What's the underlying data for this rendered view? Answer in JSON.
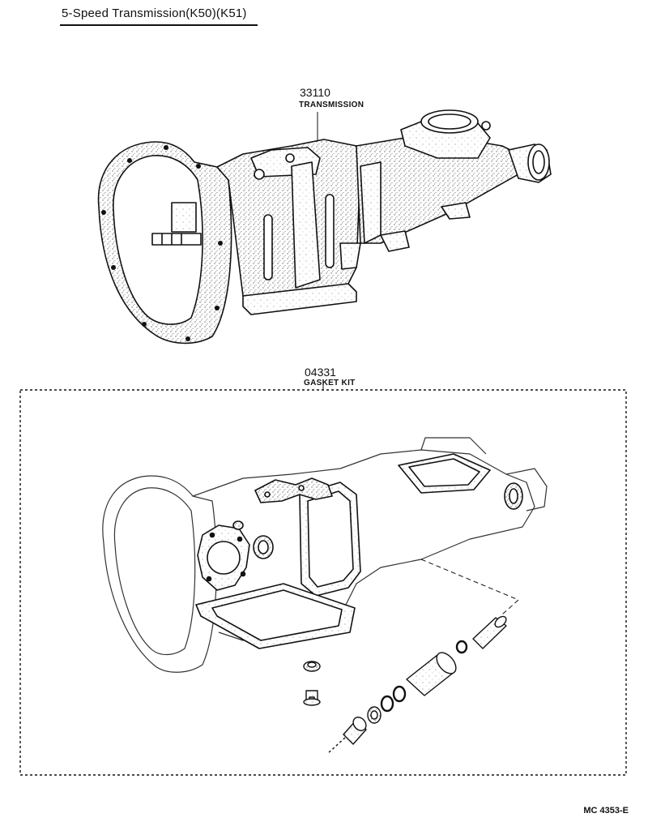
{
  "title": "5-Speed Transmission(K50)(K51)",
  "parts": [
    {
      "number": "33110",
      "name": "TRANSMISSION"
    },
    {
      "number": "04331",
      "name": "GASKET KIT"
    }
  ],
  "reference": "MC 4353-E"
}
